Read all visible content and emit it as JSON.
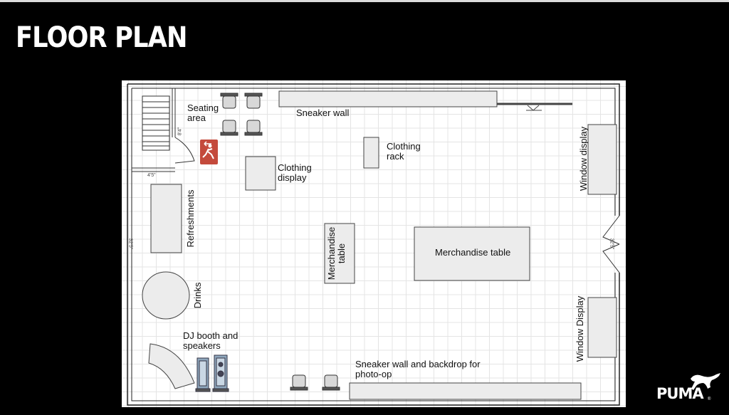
{
  "slide": {
    "title": "FLOOR PLAN"
  },
  "labels": {
    "seating_area": "Seating\narea",
    "sneaker_wall": "Sneaker wall",
    "clothing_rack": "Clothing\nrack",
    "clothing_display": "Clothing\ndisplay",
    "window_display_top": "Window display",
    "refreshments": "Refreshments",
    "merchandise_table_vertical": "Merchandise\ntable",
    "merchandise_table": "Merchandise table",
    "drinks": "Drinks",
    "dj_booth": "DJ booth and\nspeakers",
    "window_display_bottom": "Window Display",
    "sneaker_wall_backdrop": "Sneaker wall and backdrop for\nphoto-op"
  },
  "dimensions": {
    "stair_height": "8'4\"",
    "stair_width": "4'5\"",
    "left_wall": "32'5\"",
    "right_wall": "32'5\""
  },
  "icons": {
    "exit_sign": "emergency-exit-icon",
    "logo_mark": "puma-cat-icon"
  },
  "colors": {
    "background": "#000000",
    "exit_sign": "#c44a3c",
    "furniture_fill": "#ececec"
  },
  "brand": {
    "logo_text": "PUMA",
    "registered": "®"
  }
}
